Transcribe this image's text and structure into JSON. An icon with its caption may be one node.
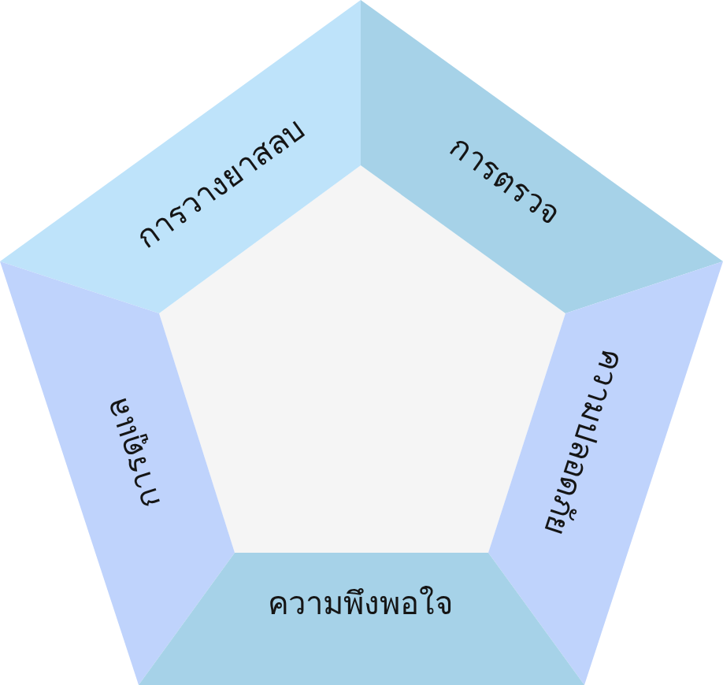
{
  "diagram": {
    "nodes": [
      {
        "text": [
          "การวางยาสลบ"
        ]
      },
      {
        "text": [
          "การตรวจ"
        ]
      },
      {
        "text": [
          "การดูแล"
        ]
      },
      {
        "text": [
          "ความปลอดภัย"
        ]
      },
      {
        "text": [
          "ความพึงพอใจ"
        ]
      }
    ]
  }
}
